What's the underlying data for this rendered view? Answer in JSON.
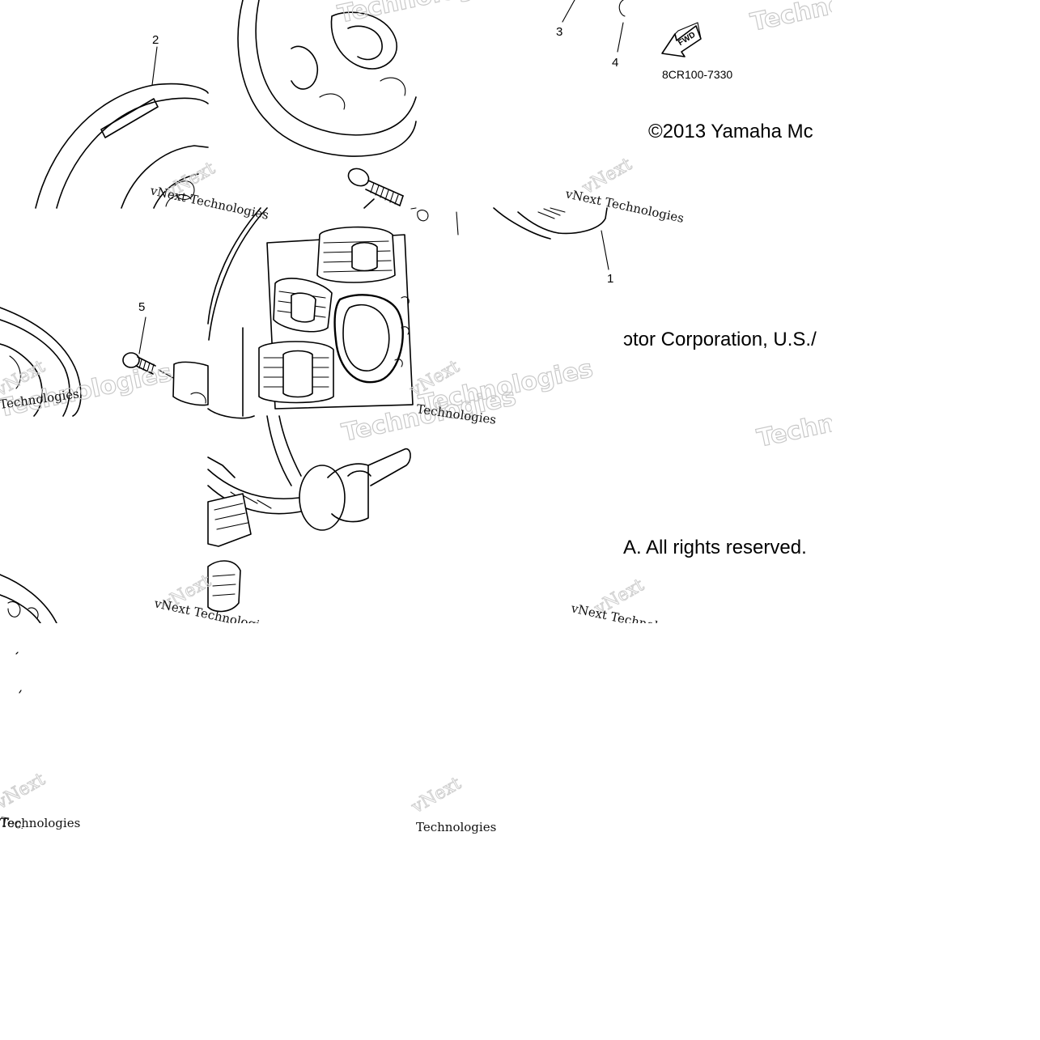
{
  "diagram": {
    "callouts": [
      "1",
      "2",
      "3",
      "4",
      "5"
    ],
    "part_number": "8CR100-7330",
    "direction_arrow": {
      "label": "FWD",
      "icon": "fwd-arrow-icon"
    },
    "copyright_fragments": [
      "©2013 Yamaha Mc",
      "ɔtor Corporation, U.S./",
      "A. All rights reserved."
    ],
    "watermarks": {
      "brand": "vNext",
      "word": "Technologies",
      "line": "vNext Technologies"
    }
  }
}
